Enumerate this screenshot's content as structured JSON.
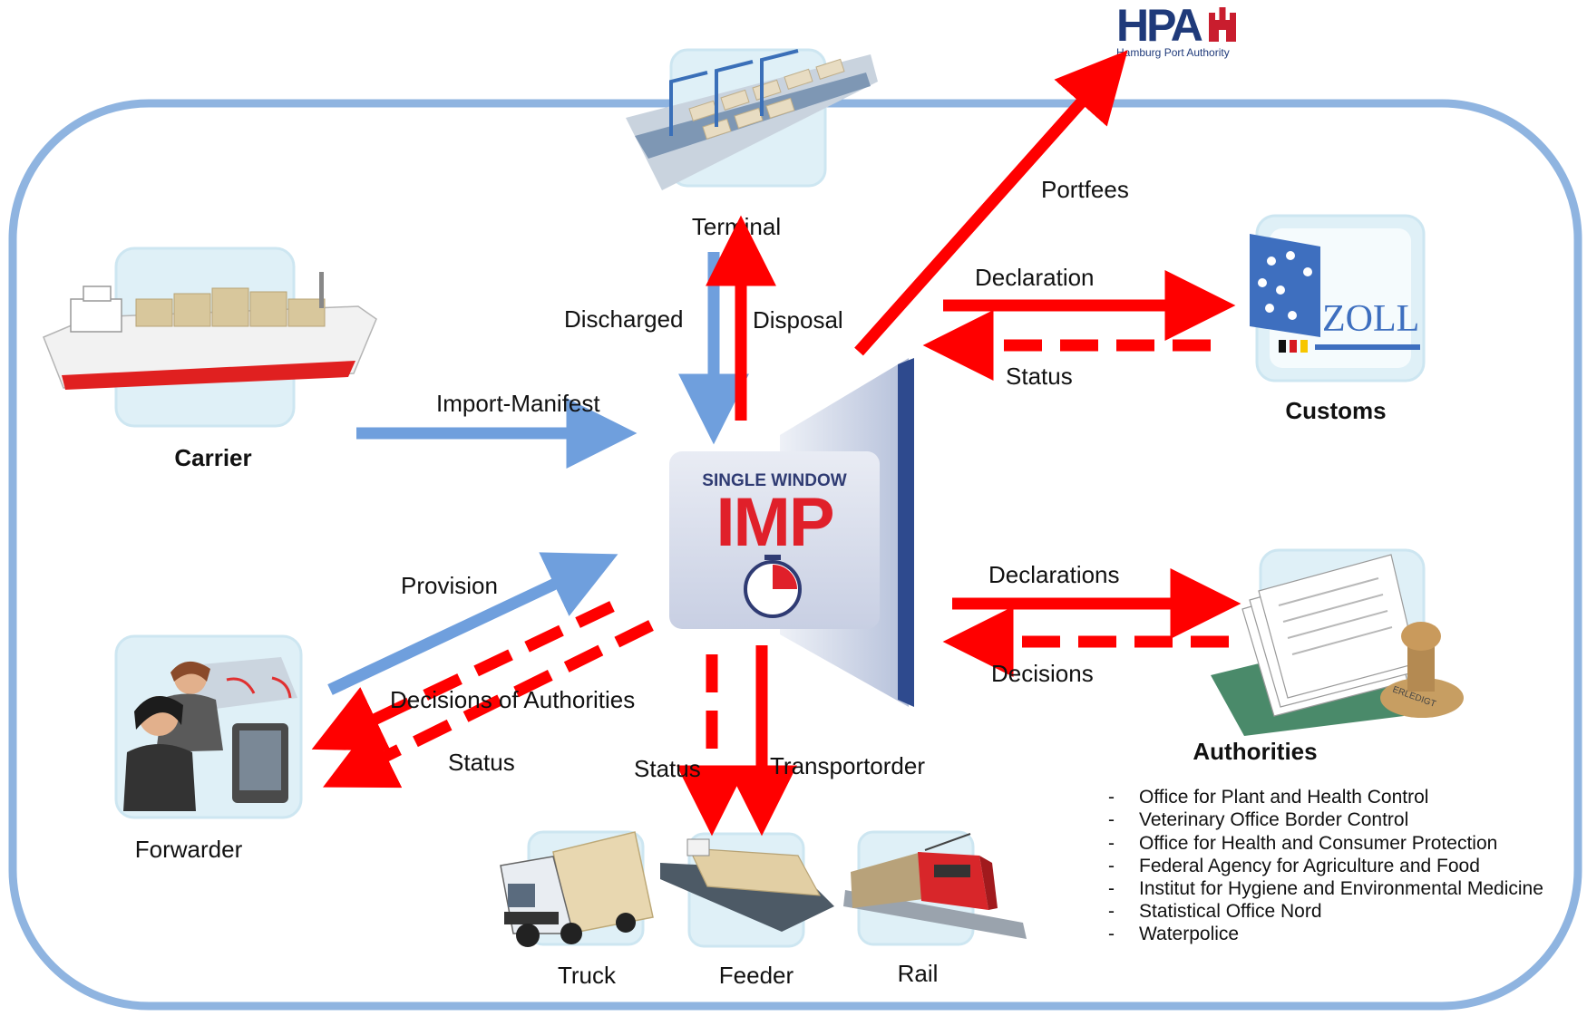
{
  "colors": {
    "border": "#8fb4e0",
    "blue_arrow": "#6f9fdd",
    "red_arrow": "#ff0000",
    "imp_red": "#e0202a",
    "imp_dark": "#2f3b73",
    "tile": "#dff0f7"
  },
  "logo": {
    "hpa": "HPA",
    "hpa_sub": "Hamburg Port Authority"
  },
  "center": {
    "top": "SINGLE WINDOW",
    "main": "IMP",
    "icon": "stopwatch-icon"
  },
  "nodes": {
    "terminal": "Terminal",
    "carrier": "Carrier",
    "customs": "Customs",
    "customs_logo": "ZOLL",
    "authorities": "Authorities",
    "forwarder": "Forwarder",
    "truck": "Truck",
    "feeder": "Feeder",
    "rail": "Rail"
  },
  "flows": {
    "discharged": "Discharged",
    "disposal": "Disposal",
    "portfees": "Portfees",
    "declaration": "Declaration",
    "customs_status": "Status",
    "import_manifest": "Import-Manifest",
    "declarations": "Declarations",
    "decisions": "Decisions",
    "provision": "Provision",
    "decisions_of_authorities": "Decisions of Authorities",
    "forwarder_status": "Status",
    "transport_status": "Status",
    "transportorder": "Transportorder"
  },
  "authorities_list": [
    "Office for Plant and Health Control",
    "Veterinary Office Border Control",
    "Office for Health and Consumer Protection",
    "Federal Agency for Agriculture and Food",
    "Institut for Hygiene and Environmental Medicine",
    "Statistical Office Nord",
    "Waterpolice"
  ],
  "stamp_text": "ERLEDIGT"
}
